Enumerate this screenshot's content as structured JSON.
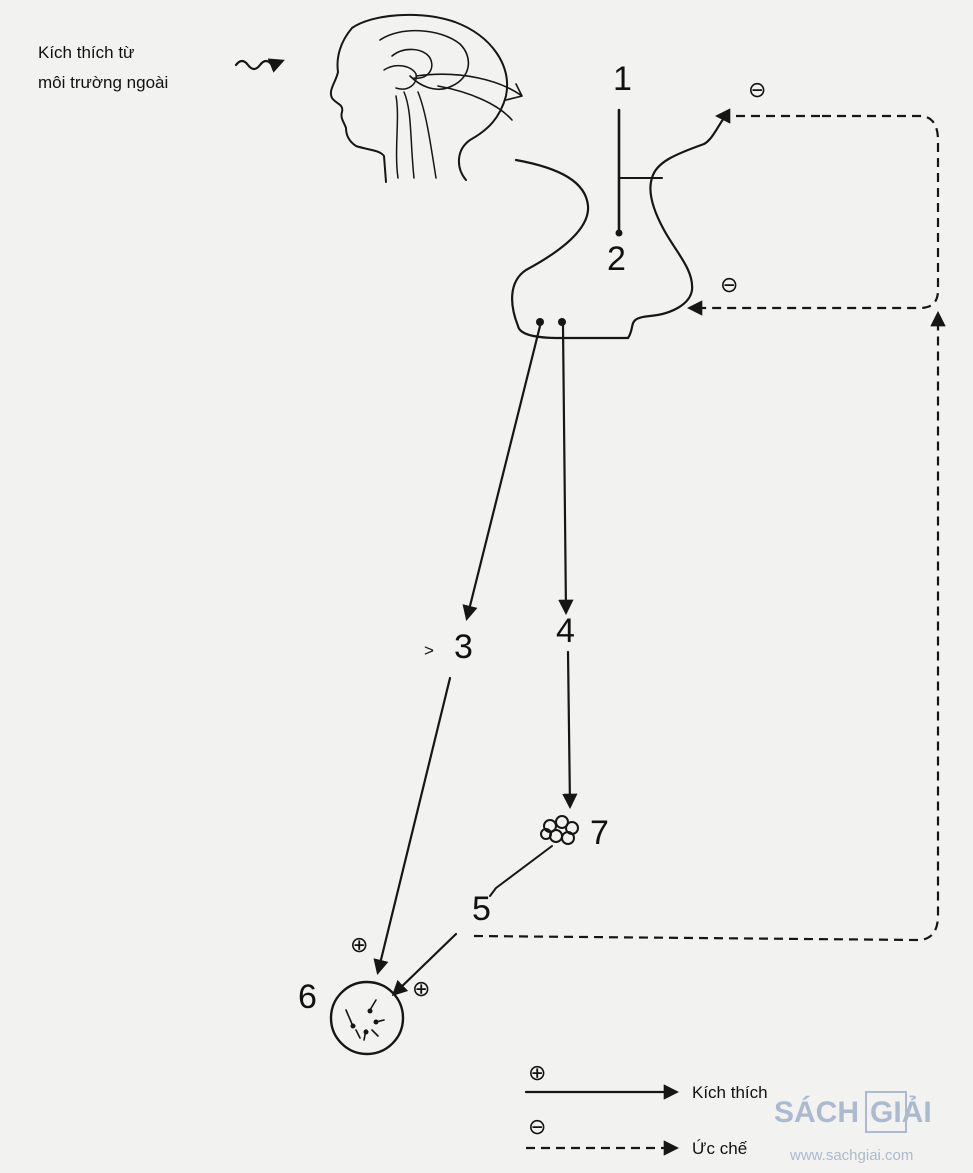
{
  "stimulus": {
    "line1": "Kích thích từ",
    "line2": "môi trường ngoài"
  },
  "numbers": {
    "n1": "1",
    "n2": "2",
    "n3": "3",
    "n3_prefix": ">",
    "n4": "4",
    "n5": "5",
    "n6": "6",
    "n7": "7"
  },
  "signs": {
    "plus": "⊕",
    "minus": "⊖"
  },
  "legend": {
    "excite_sign": "⊕",
    "excite_label": "Kích thích",
    "inhibit_sign": "⊖",
    "inhibit_label": "Ức chế"
  },
  "watermark": {
    "brand_left": "SÁCH",
    "brand_right": "GIẢI",
    "url": "www.sachgiai.com"
  },
  "colors": {
    "ink": "#161616",
    "paper": "#f2f2f0",
    "watermark": "#9fb1c9"
  }
}
